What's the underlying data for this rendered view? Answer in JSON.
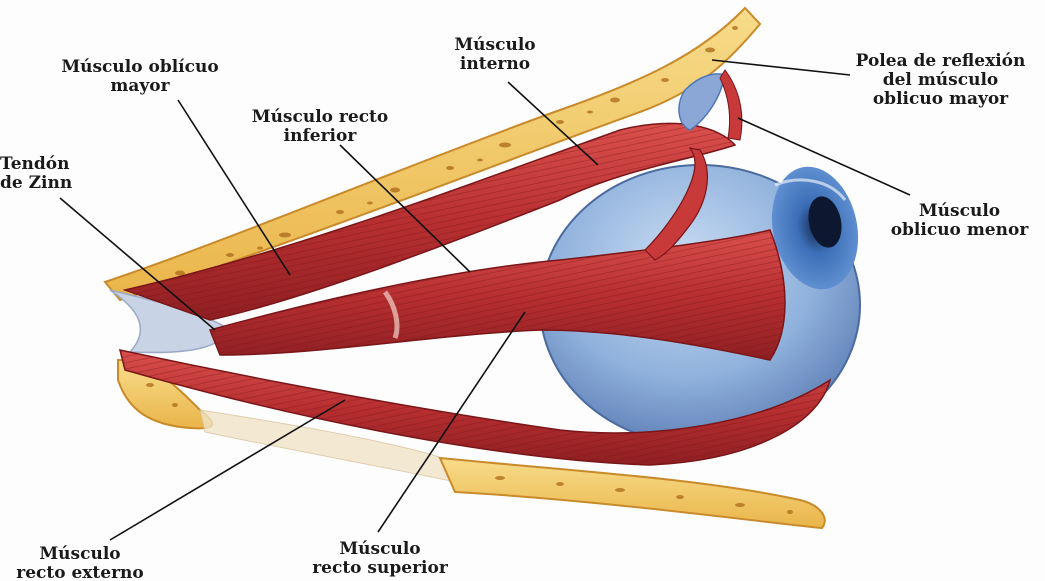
{
  "labels": {
    "oblicuo_mayor": [
      "Músculo oblícuo",
      "mayor"
    ],
    "recto_inferior": [
      "Músculo recto",
      "inferior"
    ],
    "interno": [
      "Músculo",
      "interno"
    ],
    "polea": [
      "Polea de reflexión",
      "del músculo",
      "oblicuo mayor"
    ],
    "tendon_zinn": [
      "Tendón",
      "de Zinn"
    ],
    "oblicuo_menor": [
      "Músculo",
      "oblicuo menor"
    ],
    "recto_externo": [
      "Músculo",
      "recto externo"
    ],
    "recto_superior": [
      "Músculo",
      "recto superior"
    ]
  },
  "colors": {
    "bone": "#f2c65c",
    "bone_dark": "#b0701e",
    "muscle": "#c8393a",
    "muscle_dark": "#8e1f22",
    "eye": "#8fb1dc",
    "eye_dark": "#4f78b8",
    "tendon": "#c8d3e6"
  }
}
